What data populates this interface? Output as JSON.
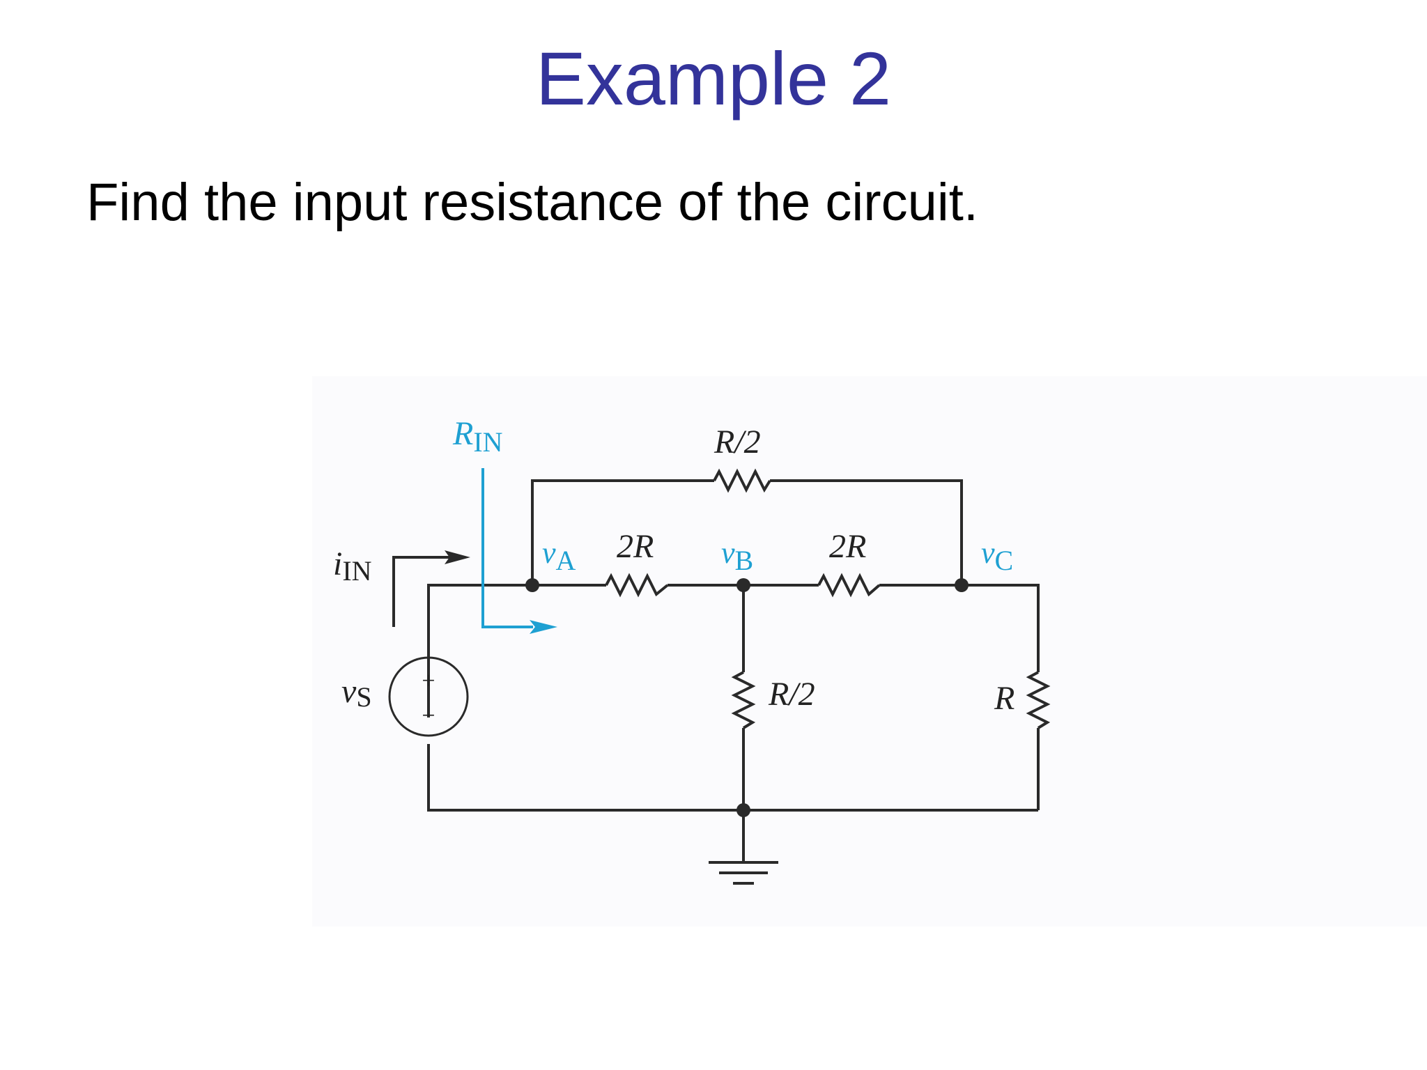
{
  "slide": {
    "title": "Example 2",
    "body": "Find the input resistance of the circuit."
  },
  "circuit": {
    "labels": {
      "r_in": {
        "main": "R",
        "sub": "IN"
      },
      "i_in": {
        "main": "i",
        "sub": "IN"
      },
      "v_s": {
        "main": "v",
        "sub": "S"
      },
      "v_a": {
        "main": "v",
        "sub": "A"
      },
      "v_b": {
        "main": "v",
        "sub": "B"
      },
      "v_c": {
        "main": "v",
        "sub": "C"
      },
      "r_top": "R/2",
      "r_ab": "2R",
      "r_bc": "2R",
      "r_b_ground": "R/2",
      "r_c_ground": "R",
      "source_plus": "+",
      "source_minus": "−"
    },
    "colors": {
      "title": "#33339a",
      "highlight": "#1ea0d2",
      "wire": "#2a2a2a"
    },
    "icons": [
      "voltage-source-icon",
      "ground-icon",
      "resistor-icon",
      "current-arrow-icon"
    ]
  }
}
